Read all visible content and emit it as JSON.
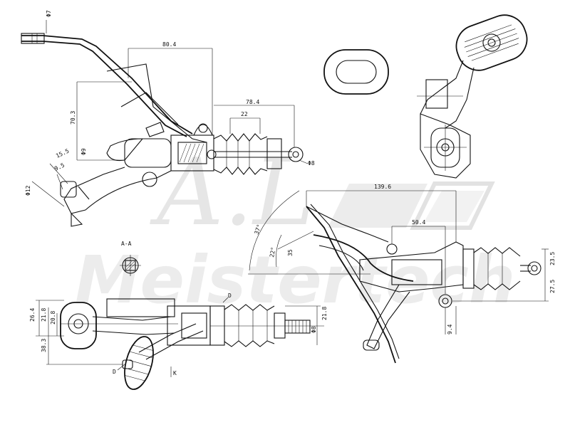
{
  "watermark": {
    "monogram": "A.L",
    "brand": "Meistertech"
  },
  "dimensions": {
    "top_view": {
      "d_top": "Φ7",
      "len_80_4": "80.4",
      "len_78_4": "78.4",
      "len_22": "22",
      "h_70_3": "70.3",
      "len_15_5": "15.5",
      "d_left": "Φ9",
      "len_9_5": "9.5",
      "d_bottom": "Φ12",
      "d_rod_end": "Φ8"
    },
    "section": {
      "label": "A-A"
    },
    "side_view": {
      "len_139_6": "139.6",
      "len_50_4": "50.4",
      "angle_37": "37°",
      "angle_22": "22°",
      "len_35": "35",
      "h_23_5": "23.5",
      "h_27_5": "27.5",
      "len_9_4": "9.4"
    },
    "bottom_view": {
      "h_26_4": "26.4",
      "h_21_8_left": "21.8",
      "h_20_8": "20.8",
      "h_38_3": "38.3",
      "h_21_8_right": "21.8",
      "d_small": "Φ8",
      "letter_d1": "D",
      "letter_d2": "D",
      "letter_k": "K"
    }
  }
}
